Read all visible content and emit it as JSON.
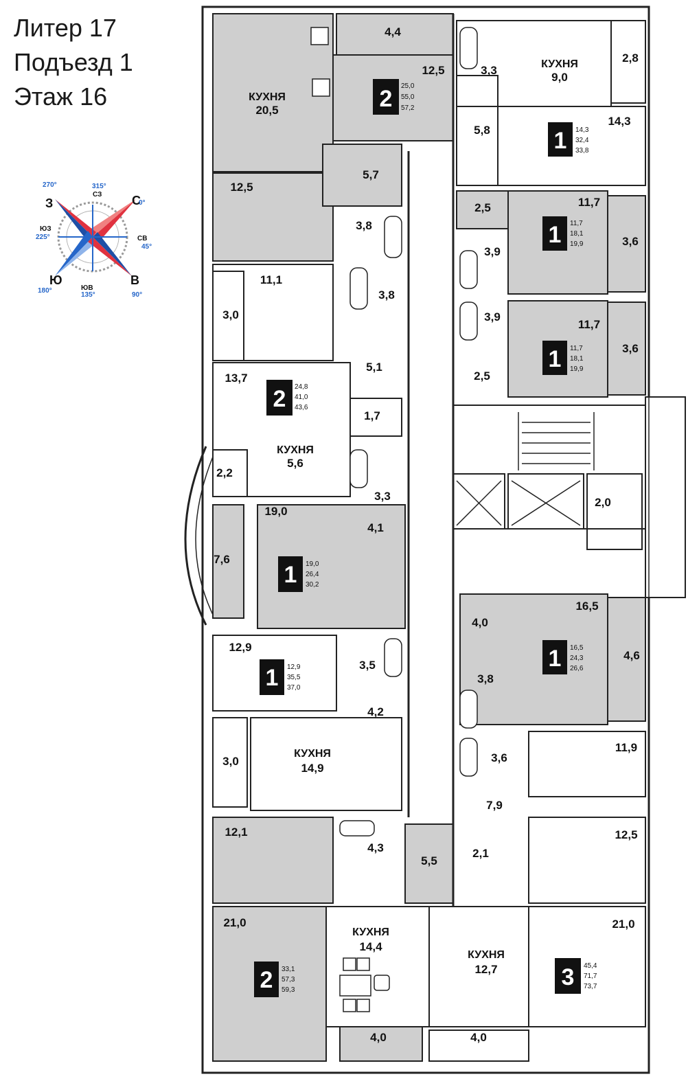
{
  "header": {
    "line1": "Литер 17",
    "line2": "Подъезд 1",
    "line3": "Этаж 16"
  },
  "compass": {
    "north": "С",
    "east": "В",
    "south": "Ю",
    "west": "З",
    "deg_n": "0°",
    "deg_e": "90°",
    "deg_s": "180°",
    "deg_w": "270°",
    "deg_nw": "315°",
    "deg_ne": "45°",
    "deg_se": "135°",
    "deg_sw": "225°",
    "nw": "СЗ",
    "ne": "СВ",
    "se": "ЮВ",
    "sw": "ЮЗ"
  },
  "apartments": [
    {
      "rooms": "2",
      "areas": [
        "25,0",
        "55,0",
        "57,2"
      ]
    },
    {
      "rooms": "1",
      "areas": [
        "14,3",
        "32,4",
        "33,8"
      ]
    },
    {
      "rooms": "1",
      "areas": [
        "11,7",
        "18,1",
        "19,9"
      ]
    },
    {
      "rooms": "1",
      "areas": [
        "11,7",
        "18,1",
        "19,9"
      ]
    },
    {
      "rooms": "2",
      "areas": [
        "24,8",
        "41,0",
        "43,6"
      ]
    },
    {
      "rooms": "1",
      "areas": [
        "19,0",
        "26,4",
        "30,2"
      ]
    },
    {
      "rooms": "1",
      "areas": [
        "16,5",
        "24,3",
        "26,6"
      ]
    },
    {
      "rooms": "1",
      "areas": [
        "12,9",
        "35,5",
        "37,0"
      ]
    },
    {
      "rooms": "2",
      "areas": [
        "33,1",
        "57,3",
        "59,3"
      ]
    },
    {
      "rooms": "3",
      "areas": [
        "45,4",
        "71,7",
        "73,7"
      ]
    }
  ],
  "rooms": [
    {
      "label": "КУХНЯ",
      "area": "20,5"
    },
    {
      "label": "КУХНЯ",
      "area": "9,0"
    },
    {
      "label": "КУХНЯ",
      "area": "5,6"
    },
    {
      "label": "КУХНЯ",
      "area": "14,9"
    },
    {
      "label": "КУХНЯ",
      "area": "14,4"
    },
    {
      "label": "КУХНЯ",
      "area": "12,7"
    }
  ],
  "areas": [
    "4,4",
    "12,5",
    "3,3",
    "2,8",
    "5,8",
    "14,3",
    "5,7",
    "12,5",
    "3,8",
    "2,5",
    "11,7",
    "3,9",
    "3,6",
    "11,1",
    "3,8",
    "3,0",
    "3,9",
    "11,7",
    "3,6",
    "5,1",
    "2,5",
    "13,7",
    "1,7",
    "2,2",
    "3,3",
    "2,0",
    "19,0",
    "4,1",
    "7,6",
    "4,0",
    "16,5",
    "4,6",
    "12,9",
    "3,5",
    "3,8",
    "4,2",
    "3,6",
    "11,9",
    "3,0",
    "7,9",
    "12,1",
    "4,3",
    "5,5",
    "2,1",
    "12,5",
    "21,0",
    "21,0",
    "4,0",
    "4,0"
  ]
}
